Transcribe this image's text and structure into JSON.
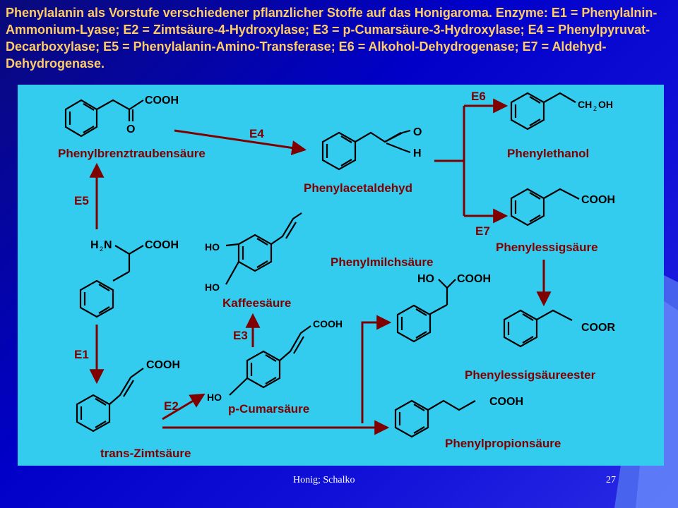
{
  "slide": {
    "title": "Phenylalanin als Vorstufe verschiedener pflanzlicher Stoffe auf das Honigaroma. Enzyme: E1 = Phenylalnin-Ammonium-Lyase; E2 = Zimtsäure-4-Hydroxylase; E3 = p-Cumarsäure-3-Hydroxylase; E4 = Phenylpyruvat-Decarboxylase; E5 = Phenylalanin-Amino-Transferase; E6 = Alkohol-Dehydrogenase; E7 = Aldehyd-Dehydrogenase.",
    "footer_author": "Honig; Schalko",
    "page_number": "27"
  },
  "colors": {
    "background": "#0000c8",
    "panel": "#33ccee",
    "label": "#800000",
    "title": "#ffcc66"
  },
  "compounds": {
    "phenylbrenztraubensaeure": "Phenylbrenztraubensäure",
    "phenylacetaldehyd": "Phenylacetaldehyd",
    "phenylethanol": "Phenylethanol",
    "phenylessigsaeure": "Phenylessigsäure",
    "phenylessigsaeureester": "Phenylessigsäureester",
    "kaffeesaeure": "Kaffeesäure",
    "phenylmilchsaeure": "Phenylmilchsäure",
    "p_cumarsaeure": "p-Cumarsäure",
    "trans_zimtsaeure": "trans-Zimtsäure",
    "phenylpropionsaeure": "Phenylpropionsäure"
  },
  "enzymes": {
    "e1": "E1",
    "e2": "E2",
    "e3": "E3",
    "e4": "E4",
    "e5": "E5",
    "e6": "E6",
    "e7": "E7"
  },
  "formula_text": {
    "cooh": "COOH",
    "coor": "COOR",
    "o": "O",
    "h": "H",
    "ch2oh_main": "CH",
    "ch2oh_sub": "2",
    "ch2oh_end": "OH",
    "h2n_h": "H",
    "h2n_sub": "2",
    "h2n_n": "N",
    "ho": "HO"
  }
}
